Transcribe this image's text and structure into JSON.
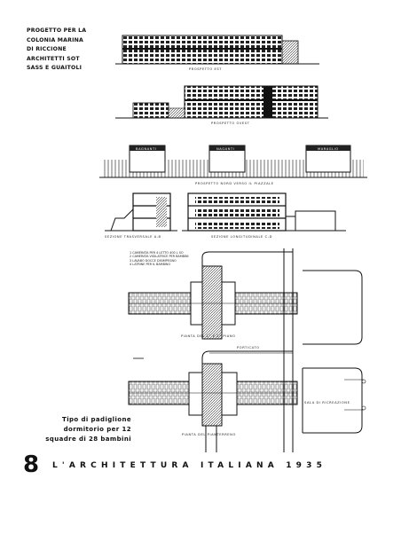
{
  "title_lines": [
    "PROGETTO PER LA",
    "COLONIA MARINA",
    "DI RICCIONE",
    "ARCHITETTI SOT",
    "SASS E GUAITOLI"
  ],
  "drawing_labels": {
    "prospetto_est": "PROSPETTO EST",
    "prospetto_ovest": "PROSPETTO OVEST",
    "bagnanti": "BAGNANTI",
    "naganti": "NAGANTI",
    "maraglio": "MARAGLIO",
    "prospetto_nord": "PROSPETTO NORD VERSO IL PIAZZALE",
    "sezione_trasversale": "SEZIONE TRASVERSALE A-B",
    "sezione_longitudinale": "SEZIONE LONGITUDINALE C-D",
    "pianta_piani": "PIANTA DEL 1° E 2° PIANO",
    "porticato": "PORTICATO",
    "sala_ricreazione": "SALA DI RICREAZIONE",
    "pianta_pianterreno": "PIANTA DEL PIANTERRENO"
  },
  "legend_lines": [
    "1 CAMERATA PER 4 LETTO 400 L SO",
    "2 CAMERATA VIGILATRICE PER BAMBINI",
    "3 LAVABO DOCCE DISIMPEGNO",
    "4 LATRINE PER IL BAMBINO"
  ],
  "caption_lines": [
    "Tipo di padiglione",
    "dormitorio per 12",
    "squadre di 28 bambini"
  ],
  "footer": {
    "page_number": "8",
    "journal": "L'ARCHITETTURA ITALIANA 1935"
  }
}
